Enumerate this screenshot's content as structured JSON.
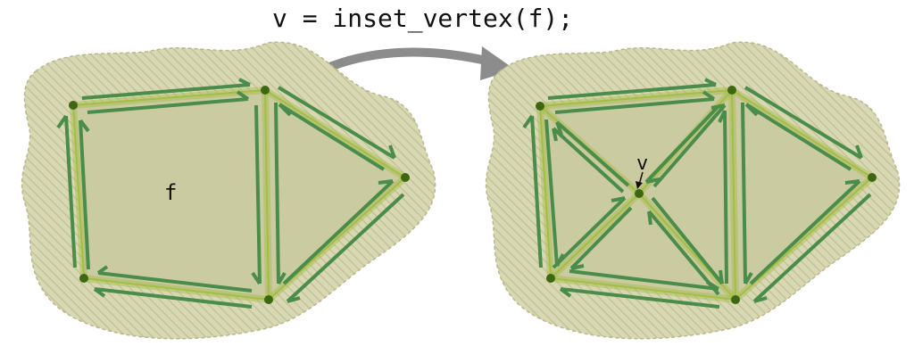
{
  "operation": "v = inset_vertex(f);",
  "before": {
    "face_label": "f"
  },
  "after": {
    "vertex_label": "v"
  },
  "colors": {
    "background": "#ffffff",
    "blob_fill": "#d9d8b4",
    "blob_hatch": "#c4c396",
    "blob_outline": "#b8b78e",
    "face_fill": "#cbcba2",
    "edge": "#a3bd46",
    "halfedge": "#4a8c4a",
    "vertex": "#3f6612",
    "arrow": "#8c8c8c"
  },
  "icons": [
    "curved-arrow-icon",
    "pointer-arrow-icon"
  ]
}
